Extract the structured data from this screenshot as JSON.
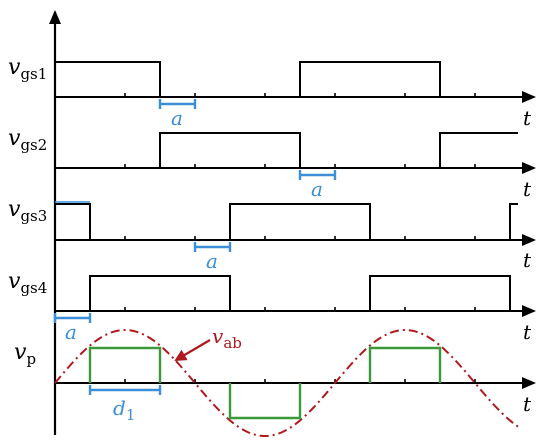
{
  "signals": [
    {
      "base": "v",
      "sub": "gs1"
    },
    {
      "base": "v",
      "sub": "gs2"
    },
    {
      "base": "v",
      "sub": "gs3"
    },
    {
      "base": "v",
      "sub": "gs4"
    },
    {
      "base": "v",
      "sub": "p"
    }
  ],
  "time_label": "t",
  "delay_label": "a",
  "duty_label": {
    "base": "d",
    "sub": "1"
  },
  "vab_label": {
    "base": "v",
    "sub": "ab"
  },
  "colors": {
    "axis": "#000000",
    "delay": "#3a8fd6",
    "square": "#3a9a3a",
    "sine": "#b0191e"
  }
}
